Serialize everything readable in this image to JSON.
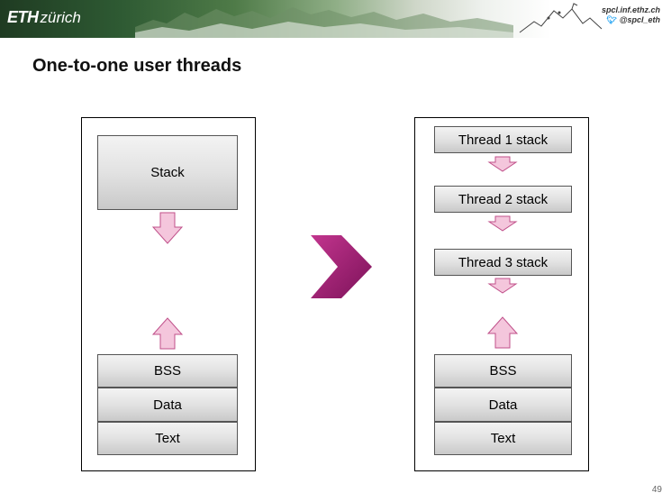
{
  "header": {
    "logo_eth": "ETH",
    "logo_zurich": "zürich",
    "site": "spcl.inf.ethz.ch",
    "twitter": "@spcl_eth",
    "twitter_icon": "twitter-bird-icon"
  },
  "title": "One-to-one user threads",
  "left_panel": {
    "stack": "Stack",
    "bss": "BSS",
    "data": "Data",
    "text": "Text"
  },
  "right_panel": {
    "thread1": "Thread 1 stack",
    "thread2": "Thread 2 stack",
    "thread3": "Thread 3 stack",
    "bss": "BSS",
    "data": "Data",
    "text": "Text"
  },
  "colors": {
    "arrow_fill": "#f4c6dc",
    "arrow_stroke": "#c0508a",
    "big_arrow": "#9e1c74"
  },
  "page_number": "49"
}
